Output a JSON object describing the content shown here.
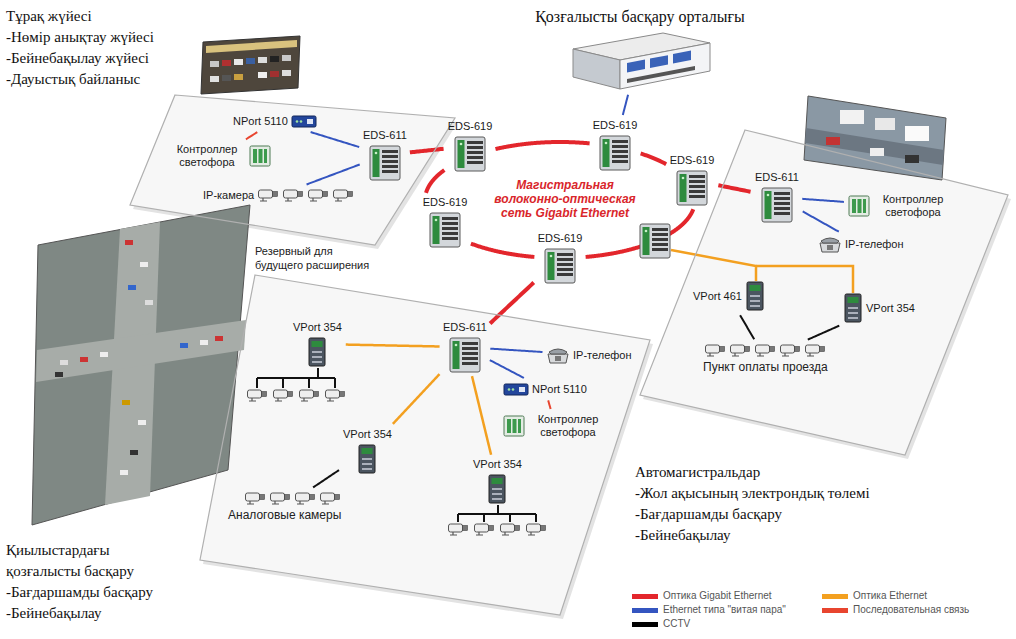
{
  "diagram": {
    "nodes": [
      {
        "text": [
          "Тұрақ жүйесі",
          "-Нөмір анықтау жүйесі",
          "-Бейнебақылау жүйесі",
          "-Дауыстық байланыс"
        ]
      },
      {
        "text": [
          "NPort 5110"
        ],
        "in": 0
      },
      {
        "text": [
          "EDS-611"
        ],
        "in": 0
      },
      {
        "text": [
          "Контроллер светофора"
        ],
        "in": 0
      },
      {
        "text": [
          "IP-камера"
        ],
        "in": 0
      },
      {
        "text": [
          "Қозғалысты басқару орталығы"
        ]
      },
      {
        "text": [
          "EDS-619"
        ]
      },
      {
        "text": [
          "EDS-619"
        ]
      },
      {
        "text": [
          "EDS-619"
        ]
      },
      {
        "text": [
          "EDS-619"
        ]
      },
      {
        "text": [
          "EDS-619"
        ]
      },
      {
        "text": [
          "Автомагистральдар",
          "-Жол ақысының электрондық төлемі",
          "-Бағдаршамды басқару",
          "-Бейнебақылау"
        ]
      },
      {
        "text": [
          "EDS-611"
        ],
        "in": 11
      },
      {
        "text": [
          "Контроллер светофора"
        ],
        "in": 11
      },
      {
        "text": [
          "IP-телефон"
        ],
        "in": 11
      },
      {
        "text": [
          "VPort 461"
        ],
        "in": 11
      },
      {
        "text": [
          "VPort 354"
        ],
        "in": 11
      },
      {
        "text": [
          "Пункт оплаты проезда"
        ],
        "in": 11
      },
      {
        "text": [
          "Қиылыстардағы қозғалысты басқару",
          "-Бағдаршамды басқару",
          "-Бейнебақылау"
        ]
      },
      {
        "text": [
          "EDS-611"
        ],
        "in": 18
      },
      {
        "text": [
          "IP-телефон"
        ],
        "in": 18
      },
      {
        "text": [
          "NPort 5110"
        ],
        "in": 18
      },
      {
        "text": [
          "Контроллер светофора"
        ],
        "in": 18
      },
      {
        "text": [
          "VPort 354"
        ],
        "in": 18
      },
      {
        "text": [
          "VPort 354"
        ],
        "in": 18
      },
      {
        "text": [
          "VPort 354"
        ],
        "in": 18
      },
      {
        "text": [
          "Аналоговые камеры"
        ],
        "in": 18
      }
    ],
    "edges": [
      {
        "from": 6,
        "to": 7,
        "arrow": "none"
      },
      {
        "from": 7,
        "to": 8,
        "arrow": "none"
      },
      {
        "from": 8,
        "to": 10,
        "arrow": "none"
      },
      {
        "from": 10,
        "to": 9,
        "arrow": "none"
      },
      {
        "from": 9,
        "to": 6,
        "arrow": "none"
      },
      {
        "from": 7,
        "to": 5,
        "arrow": "none"
      },
      {
        "from": 6,
        "to": 2,
        "arrow": "none"
      },
      {
        "from": 2,
        "to": 1,
        "arrow": "none"
      },
      {
        "from": 1,
        "to": 3,
        "arrow": "none"
      },
      {
        "from": 2,
        "to": 4,
        "arrow": "none"
      },
      {
        "from": 8,
        "to": 12,
        "arrow": "none"
      },
      {
        "from": 12,
        "to": 13,
        "arrow": "none"
      },
      {
        "from": 12,
        "to": 14,
        "arrow": "none"
      },
      {
        "from": 15,
        "to": 17,
        "arrow": "none"
      },
      {
        "from": 16,
        "to": 17,
        "arrow": "none"
      },
      {
        "from": 10,
        "to": 19,
        "arrow": "none"
      },
      {
        "from": 19,
        "to": 20,
        "arrow": "none"
      },
      {
        "from": 19,
        "to": 21,
        "arrow": "none"
      },
      {
        "from": 21,
        "to": 22,
        "arrow": "none"
      },
      {
        "from": 19,
        "to": 23,
        "arrow": "none"
      },
      {
        "from": 19,
        "to": 24,
        "arrow": "none"
      },
      {
        "from": 19,
        "to": 25,
        "arrow": "none"
      },
      {
        "from": 24,
        "to": 26,
        "arrow": "none"
      }
    ],
    "labels": [
      "Магистральная волоконно-оптическая сеть Gigabit Ethernet",
      "Резервный для будущего расширения"
    ],
    "legend": [
      {
        "text": "Оптика Gigabit Ethernet",
        "color": "#e3262c"
      },
      {
        "text": "Оптика Ethernet",
        "color": "#f3a020"
      },
      {
        "text": "Ethernet типа \"витая пара\"",
        "color": "#3455c0"
      },
      {
        "text": "Последовательная связь",
        "color": "#e8452f"
      },
      {
        "text": "CCTV",
        "color": "#000000"
      }
    ]
  }
}
